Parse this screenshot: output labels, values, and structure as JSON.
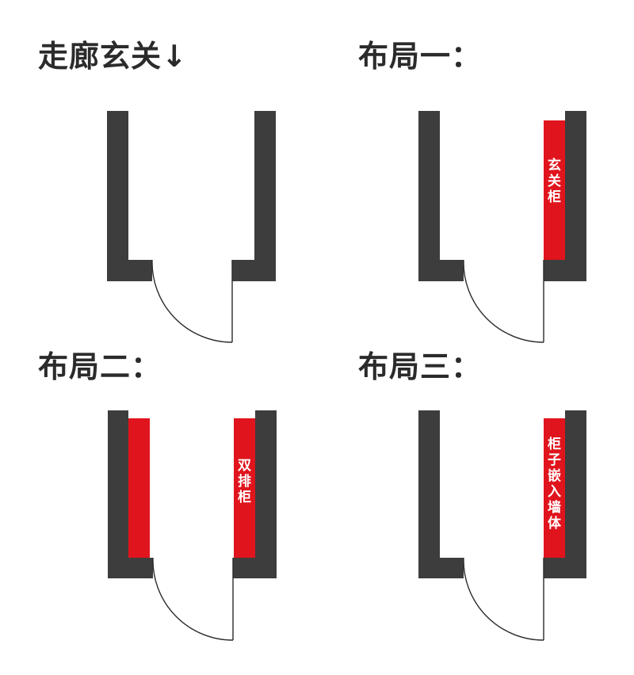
{
  "panels": [
    {
      "title": "走廊玄关↓",
      "cabinet_label": ""
    },
    {
      "title": "布局一：",
      "cabinet_label": "玄关柜"
    },
    {
      "title": "布局二：",
      "cabinet_label": "双排柜"
    },
    {
      "title": "布局三：",
      "cabinet_label": "柜子嵌入墙体"
    }
  ],
  "colors": {
    "wall": "#3d3d3d",
    "cabinet": "#e0141d",
    "text": "#2b2b2b"
  }
}
